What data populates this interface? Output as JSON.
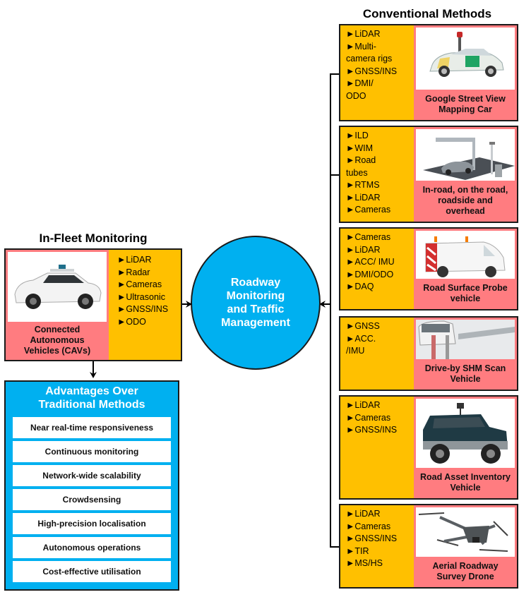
{
  "conventional": {
    "title": "Conventional Methods",
    "methods": [
      {
        "sensors": [
          "►LiDAR",
          "►Multi-",
          "camera rigs",
          "►GNSS/INS",
          "►DMI/",
          "ODO"
        ],
        "caption": "Google Street View Mapping Car",
        "image": "street-view-car"
      },
      {
        "sensors": [
          "►ILD",
          "►WIM",
          "►Road",
          "tubes",
          "►RTMS",
          "►LiDAR",
          "►Cameras"
        ],
        "caption": "In-road, on the road, roadside and overhead",
        "image": "roadside-gantry"
      },
      {
        "sensors": [
          "►Cameras",
          "►LiDAR",
          "►ACC/ IMU",
          "►DMI/ODO",
          "►DAQ"
        ],
        "caption": "Road Surface Probe vehicle",
        "image": "probe-van"
      },
      {
        "sensors": [
          "►GNSS",
          "►ACC.",
          "/IMU"
        ],
        "caption": "Drive-by SHM Scan Vehicle",
        "image": "shm-car"
      },
      {
        "sensors": [
          "►LiDAR",
          "►Cameras",
          "►GNSS/INS"
        ],
        "caption": "Road Asset Inventory Vehicle",
        "image": "suv"
      },
      {
        "sensors": [
          "►LiDAR",
          "►Cameras",
          "►GNSS/INS",
          "►TIR",
          "►MS/HS"
        ],
        "caption": "Aerial Roadway Survey Drone",
        "image": "drone"
      }
    ]
  },
  "in_fleet": {
    "title": "In-Fleet Monitoring",
    "caption": "Connected Autonomous Vehicles (CAVs)",
    "sensors": [
      "►LiDAR",
      "►Radar",
      "►Cameras",
      "►Ultrasonic",
      "►GNSS/INS",
      "►ODO"
    ]
  },
  "center": {
    "label": "Roadway Monitoring and Traffic Management"
  },
  "advantages": {
    "title": "Advantages Over Traditional Methods",
    "items": [
      "Near real-time responsiveness",
      "Continuous monitoring",
      "Network-wide scalability",
      "Crowdsensing",
      "High-precision localisation",
      "Autonomous operations",
      "Cost-effective utilisation"
    ]
  },
  "colors": {
    "sensor_bg": "#FFC000",
    "caption_bg": "#FF7C80",
    "hub_blue": "#00B0F0"
  }
}
